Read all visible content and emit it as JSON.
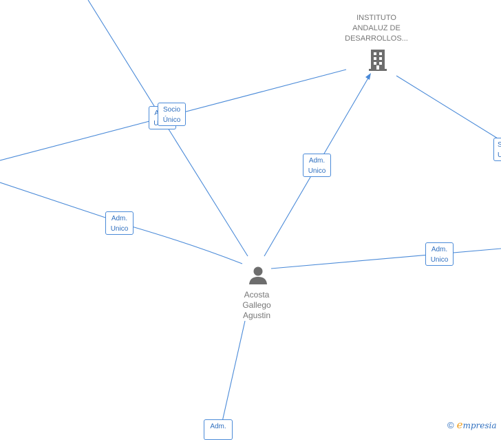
{
  "nodes": {
    "company": {
      "label_lines": [
        "INSTITUTO",
        "ANDALUZ DE",
        "DESARROLLOS..."
      ],
      "icon": "building-icon"
    },
    "person": {
      "label_lines": [
        "Acosta",
        "Gallego",
        "Agustin"
      ],
      "icon": "person-icon"
    }
  },
  "roles": [
    {
      "id": "adm-unico-behind",
      "line1": "Adm.",
      "line2": "Unico"
    },
    {
      "id": "socio-unico",
      "line1": "Socio",
      "line2": "Único"
    },
    {
      "id": "adm-unico-company",
      "line1": "Adm.",
      "line2": "Unico"
    },
    {
      "id": "adm-unico-left",
      "line1": "Adm.",
      "line2": "Unico"
    },
    {
      "id": "adm-unico-right",
      "line1": "Adm.",
      "line2": "Unico"
    },
    {
      "id": "socio-unico-right-edge",
      "line1": "S",
      "line2": "U"
    },
    {
      "id": "adm-bottom",
      "line1": "Adm.",
      "line2": ""
    }
  ],
  "colors": {
    "edge": "#4a8ad8",
    "label_text": "#777777",
    "icon": "#6d6d6d"
  },
  "footer": {
    "copyright_symbol": "©",
    "brand_initial": "e",
    "brand_rest": "mpresia"
  }
}
